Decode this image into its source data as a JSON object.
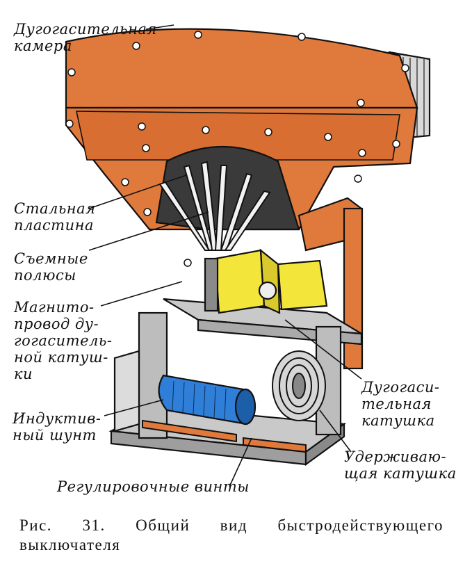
{
  "labels": {
    "arc_chamber": "Дугогасительная\nкамера",
    "steel_plate": "Стальная\nпластина",
    "removable_poles": "Съемные\nполюсы",
    "magnetic_core": "Магнито-\nпровод ду-\nгогаситель-\nной катуш-\nки",
    "inductive_shunt": "Индуктив-\nный шунт",
    "adjusting_screws": "Регулировочные винты",
    "arc_coil": "Дугогаси-\nтельная\nкатушка",
    "holding_coil": "Удерживаю-\nщая катушка"
  },
  "caption": "Рис. 31. Общий вид быстродействующего выключателя",
  "colors": {
    "chamber": "#e07a3c",
    "coil_yellow": "#f3e53a",
    "shunt_blue": "#2f7fd8",
    "frame_gray": "#c9c9c9",
    "ink": "#111111"
  }
}
